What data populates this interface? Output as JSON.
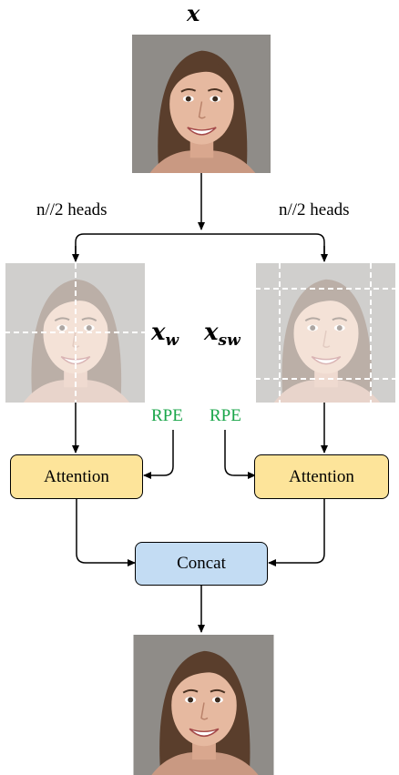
{
  "top": {
    "var_label": "x"
  },
  "left_branch": {
    "heads_label": "n//2 heads",
    "var_label": "x",
    "var_sub": "w",
    "rpe_label": "RPE",
    "attention_label": "Attention"
  },
  "right_branch": {
    "heads_label": "n//2 heads",
    "var_label": "x",
    "var_sub": "sw",
    "rpe_label": "RPE",
    "attention_label": "Attention"
  },
  "merge": {
    "concat_label": "Concat"
  },
  "colors": {
    "attention_fill": "#fde49a",
    "concat_fill": "#c3dcf3",
    "rpe_text": "#1aa64a",
    "grid_dash": "#ffffff"
  }
}
